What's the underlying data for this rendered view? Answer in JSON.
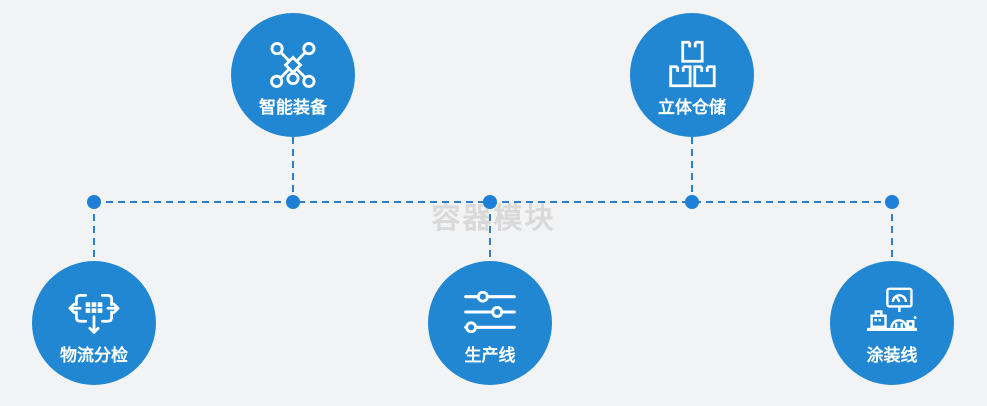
{
  "watermark": "容器模块",
  "colors": {
    "background": "#f2f3f5",
    "circle": "#2287d2",
    "line": "#2a80cf",
    "dot": "#1e7fd6",
    "icon": "#ffffff",
    "label": "#ffffff",
    "watermark": "#d9d9d9"
  },
  "nodes": [
    {
      "id": "intelligent-equipment",
      "label": "智能装备",
      "icon": "network-nodes-icon"
    },
    {
      "id": "stereoscopic-warehouse",
      "label": "立体仓储",
      "icon": "stacked-boxes-icon"
    },
    {
      "id": "logistics-sorting",
      "label": "物流分检",
      "icon": "distribute-arrows-icon"
    },
    {
      "id": "production-line",
      "label": "生产线",
      "icon": "sliders-icon"
    },
    {
      "id": "painting-line",
      "label": "涂装线",
      "icon": "control-machine-icon"
    }
  ]
}
